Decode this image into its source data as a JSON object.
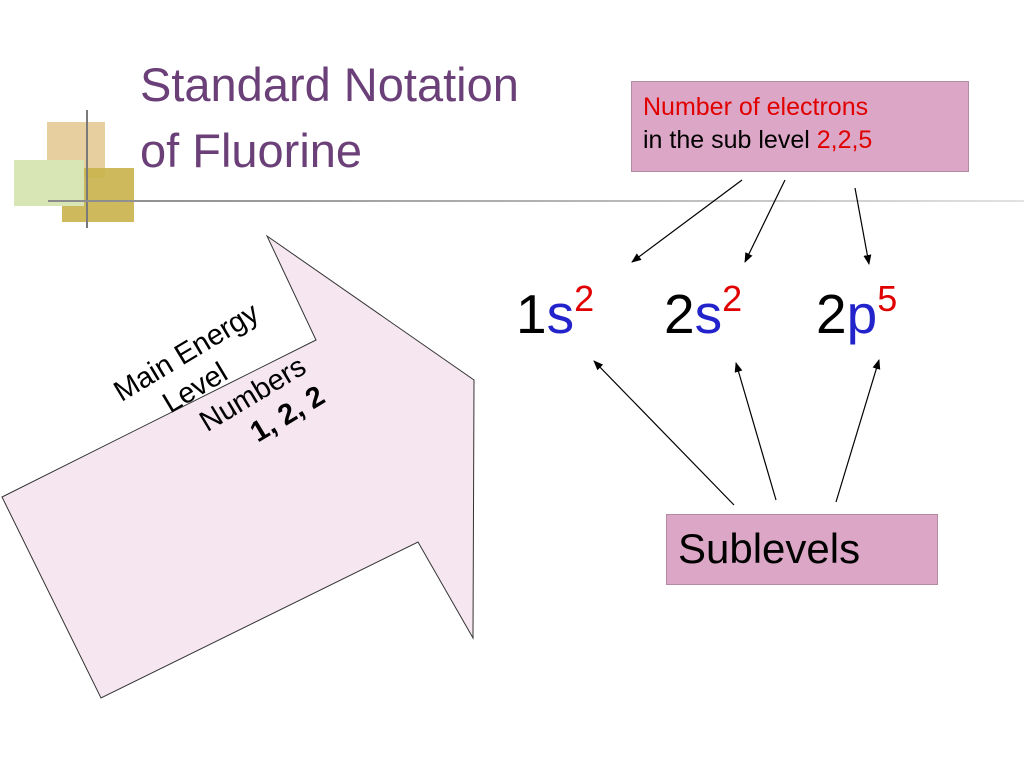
{
  "slide": {
    "title_line1": "Standard Notation",
    "title_line2": "of Fluorine"
  },
  "electrons_box": {
    "line1": "Number of electrons",
    "line2_prefix": "in the sub level ",
    "line2_values": "2,2,5"
  },
  "notation": [
    {
      "level": "1",
      "sublevel": "s",
      "electrons": "2"
    },
    {
      "level": "2",
      "sublevel": "s",
      "electrons": "2"
    },
    {
      "level": "2",
      "sublevel": "p",
      "electrons": "5"
    }
  ],
  "sublevels_box": {
    "label": "Sublevels"
  },
  "energy_arrow": {
    "line1": "Main Energy",
    "line2": "Level",
    "line3": "Numbers",
    "line4": "1, 2, 2"
  },
  "colors": {
    "title": "#6b3f78",
    "box_fill": "#dca6c6",
    "arrow_fill": "#f5e6ef",
    "highlight_red": "#e00000",
    "sublevel_blue": "#2323cc"
  }
}
